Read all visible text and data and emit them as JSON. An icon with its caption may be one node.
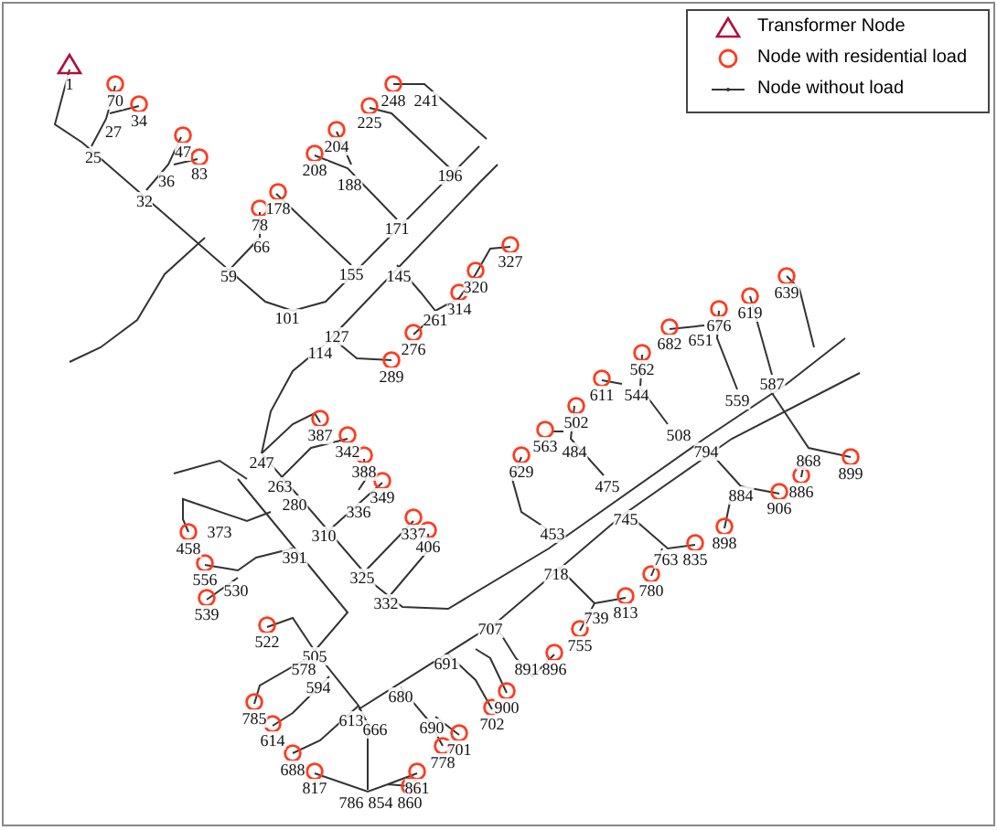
{
  "diagram": {
    "labels": [
      "1",
      "70",
      "34",
      "248",
      "241",
      "225",
      "27",
      "204",
      "47",
      "25",
      "208",
      "83",
      "196",
      "36",
      "188",
      "32",
      "178",
      "78",
      "171",
      "66",
      "327",
      "59",
      "155",
      "145",
      "320",
      "639",
      "314",
      "619",
      "101",
      "261",
      "676",
      "127",
      "651",
      "682",
      "276",
      "114",
      "562",
      "289",
      "587",
      "611",
      "544",
      "559",
      "502",
      "387",
      "508",
      "563",
      "484",
      "342",
      "794",
      "868",
      "247",
      "388",
      "629",
      "899",
      "263",
      "475",
      "886",
      "884",
      "349",
      "280",
      "906",
      "336",
      "745",
      "373",
      "453",
      "337",
      "310",
      "898",
      "406",
      "458",
      "391",
      "763",
      "835",
      "718",
      "325",
      "556",
      "530",
      "780",
      "332",
      "813",
      "539",
      "739",
      "707",
      "522",
      "755",
      "505",
      "691",
      "578",
      "891",
      "896",
      "594",
      "680",
      "900",
      "785",
      "613",
      "702",
      "690",
      "666",
      "614",
      "701",
      "778",
      "688",
      "861",
      "817",
      "786",
      "854",
      "860"
    ],
    "legend": [
      {
        "text": "Transformer Node"
      },
      {
        "text": "Node with residential load"
      },
      {
        "text": "Node without load"
      }
    ]
  }
}
